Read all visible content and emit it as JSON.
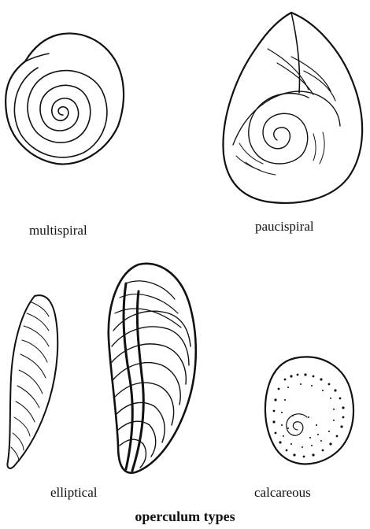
{
  "labels": {
    "multispiral": "multispiral",
    "paucispiral": "paucispiral",
    "elliptical": "elliptical",
    "calcareous": "calcareous"
  },
  "caption": "operculum types",
  "colors": {
    "ink": "#111111",
    "background": "#ffffff"
  }
}
